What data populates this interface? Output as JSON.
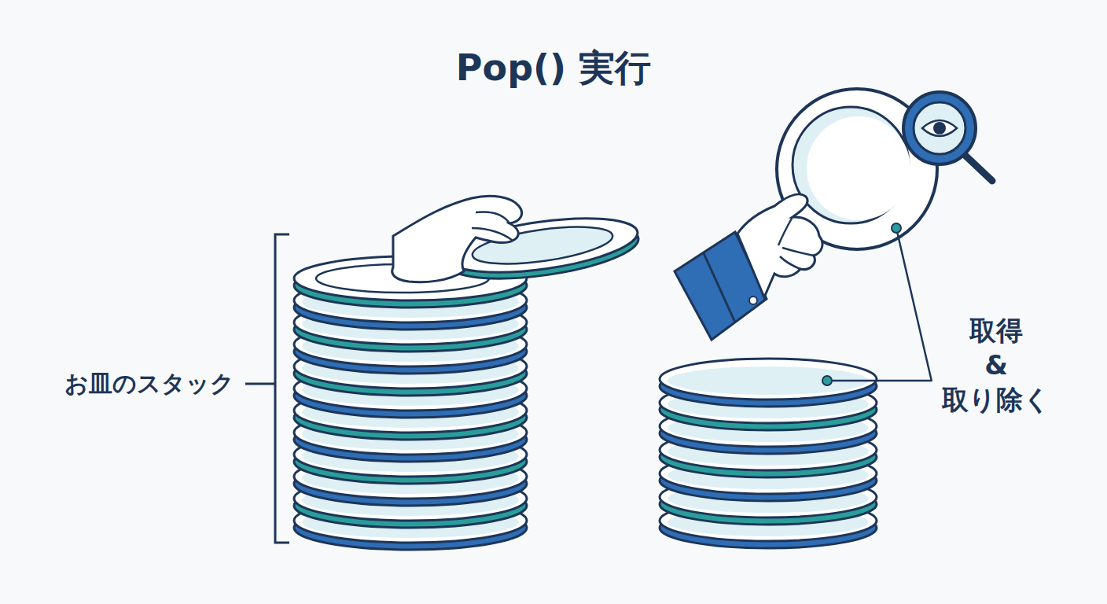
{
  "diagram": {
    "title": "Pop() 実行",
    "labels": [
      "お皿のスタック",
      "取得 & 取り除く"
    ]
  }
}
